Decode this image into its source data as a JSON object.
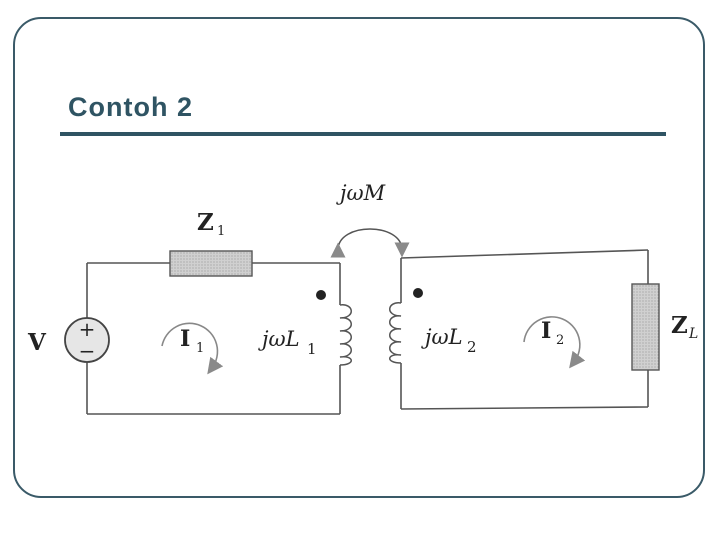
{
  "slide": {
    "title": "Contoh 2"
  },
  "diagram": {
    "mutual": "jωM",
    "z1": "Z",
    "z1_sub": "1",
    "source": "V",
    "source_plus": "+",
    "source_minus": "−",
    "i1": "I",
    "i1_sub": "1",
    "l1": "jωL",
    "l1_sub": "1",
    "l2": "jωL",
    "l2_sub": "2",
    "i2": "I",
    "i2_sub": "2",
    "zl": "Z",
    "zl_sub": "L"
  },
  "colors": {
    "frame": "#3a5a68",
    "title": "#2f5463",
    "wire": "#555555",
    "impedance_fill": "#c8c8c8",
    "arrow": "#888888"
  }
}
